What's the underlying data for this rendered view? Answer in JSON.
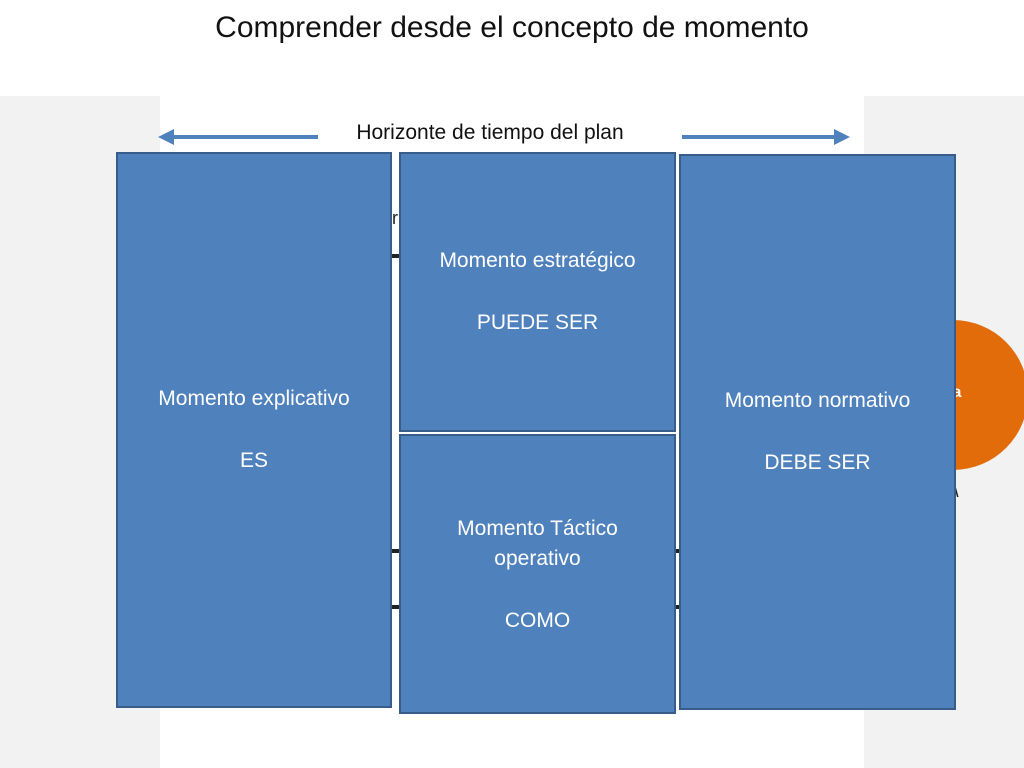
{
  "slide": {
    "title": "Comprender desde el concepto de momento"
  },
  "horizon": {
    "label": "Horizonte de tiempo del plan",
    "arrow_color": "#4f81bd"
  },
  "moments": {
    "explicativo": {
      "name": "Momento explicativo",
      "value": "ES"
    },
    "estrategico": {
      "name": "Momento  estratégico",
      "value": "PUEDE SER"
    },
    "tactico": {
      "name": "Momento  Táctico operativo",
      "value": "COMO"
    },
    "normativo": {
      "name": "Momento  normativo",
      "value": "DEBE SER"
    }
  },
  "colors": {
    "box_fill": "#4f81bd",
    "box_border": "#385d8a",
    "side_band": "#f2f2f2",
    "circle": "#e36c0a"
  }
}
